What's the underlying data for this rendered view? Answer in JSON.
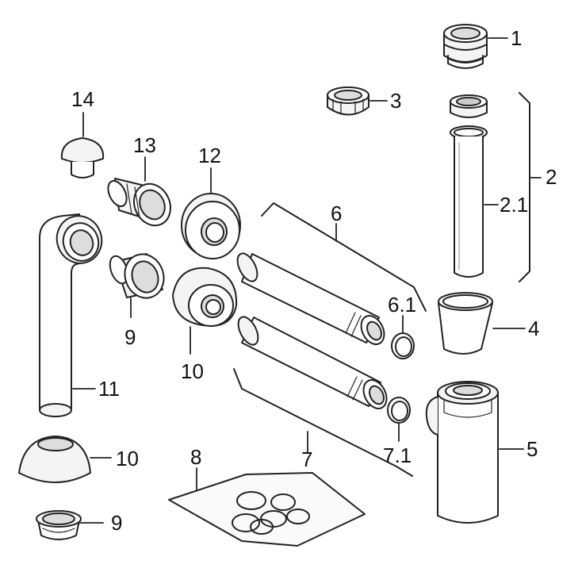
{
  "diagram": {
    "labels": {
      "p1": "1",
      "p2": "2",
      "p2_1": "2.1",
      "p3": "3",
      "p4": "4",
      "p5": "5",
      "p6": "6",
      "p6_1": "6.1",
      "p7": "7",
      "p7_1": "7.1",
      "p8": "8",
      "p9a": "9",
      "p9b": "9",
      "p10a": "10",
      "p10b": "10",
      "p11": "11",
      "p12": "12",
      "p13": "13",
      "p14": "14"
    }
  }
}
